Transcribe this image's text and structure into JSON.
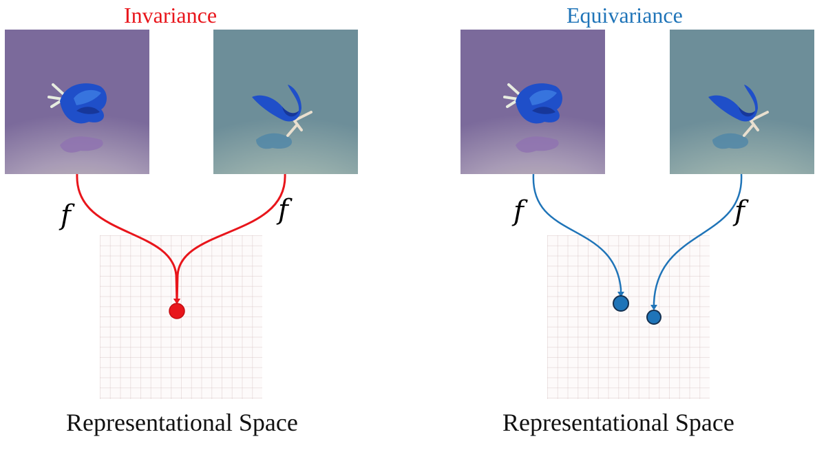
{
  "invariance": {
    "title": "Invariance",
    "function_label_left": "f",
    "function_label_right": "f",
    "caption": "Representational Space"
  },
  "equivariance": {
    "title": "Equivariance",
    "function_label_left": "f",
    "function_label_right": "f",
    "caption": "Representational Space"
  },
  "colors": {
    "invariance": "#e8151b",
    "equivariance": "#1f74b8",
    "bg_purple": "#7b6a9b",
    "bg_teal": "#6d8e99",
    "chair_blue": "#1f4fc9"
  },
  "icons": [
    "chair-render-image",
    "representation-point"
  ]
}
